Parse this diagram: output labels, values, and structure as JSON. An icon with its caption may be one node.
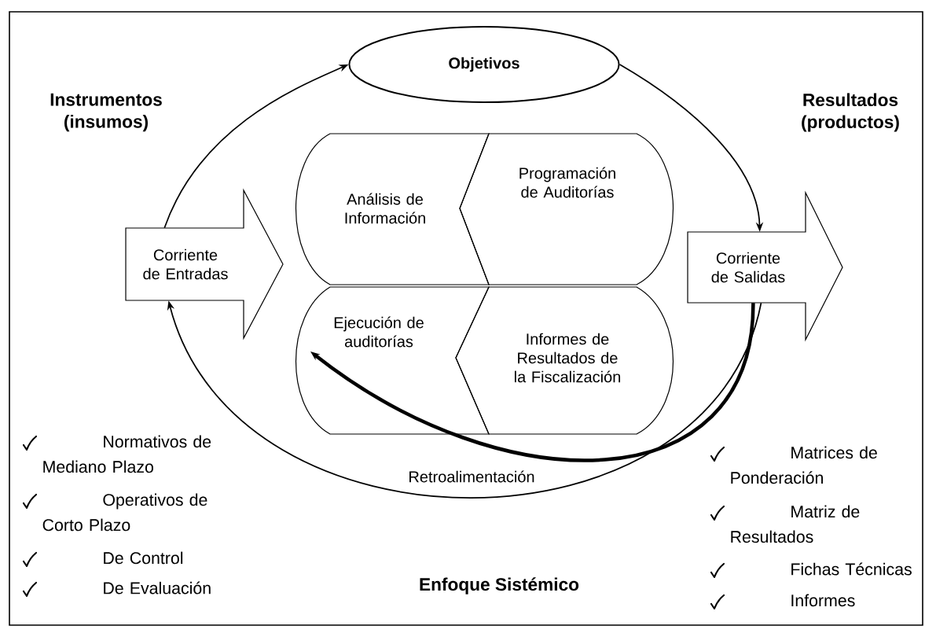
{
  "diagram": {
    "title": "Enfoque Sistémico",
    "nodes": [
      {
        "text": [
          "Objetivos"
        ]
      },
      {
        "text": [
          "Corriente de Entradas"
        ]
      },
      {
        "text": [
          "Análisis de Información"
        ]
      },
      {
        "text": [
          "Programación de Auditorías"
        ]
      },
      {
        "text": [
          "Ejecución de auditorías"
        ]
      },
      {
        "text": [
          "Informes de Resultados de la Fiscalización"
        ]
      },
      {
        "text": [
          "Corriente de Salidas"
        ]
      }
    ],
    "edges": [
      {
        "from": 1,
        "to": 0,
        "arrow": "to"
      },
      {
        "from": 0,
        "to": 6,
        "arrow": "to"
      },
      {
        "from": 6,
        "to": 1,
        "arrow": "to"
      },
      {
        "from": 6,
        "to": 4,
        "arrow": "to",
        "style": "thick"
      }
    ],
    "labels": [
      "Instrumentos (insumos)",
      "Resultados (productos)",
      "Normativos de Mediano Plazo",
      "Operativos de Corto Plazo",
      "De Control",
      "De Evaluación",
      "Retroalimentación",
      "Matrices de Ponderación",
      "Matriz de Resultados",
      "Fichas Técnicas",
      "Informes"
    ]
  }
}
